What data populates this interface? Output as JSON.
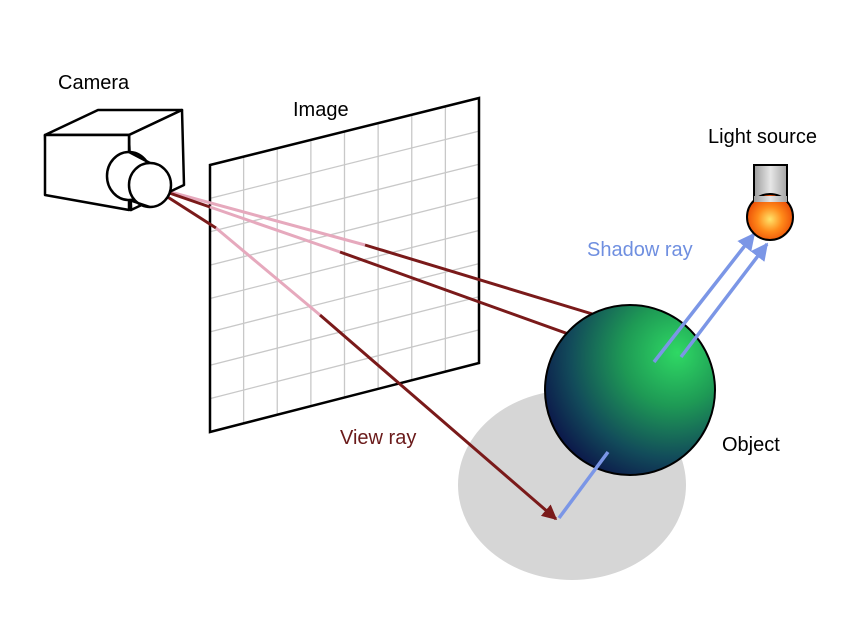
{
  "labels": {
    "camera": "Camera",
    "image": "Image",
    "light_source": "Light source",
    "shadow_ray": "Shadow ray",
    "view_ray": "View ray",
    "object": "Object"
  },
  "colors": {
    "view_ray": "#7a1a1a",
    "view_ray_behind_image": "#e6a9bd",
    "shadow_ray": "#7b96e6",
    "shadow_ray_label": "#6f8fe0",
    "view_ray_label": "#6a1a1a",
    "shadow": "#d6d6d6",
    "grid_line": "#c8c8c8",
    "sphere_light": "#22c95a",
    "sphere_dark": "#0c0a45",
    "lamp_glow": "#ff6a00",
    "lamp_body": "#c4c4c4"
  },
  "icons": {
    "camera": "camera-icon",
    "light": "light-bulb-icon"
  }
}
